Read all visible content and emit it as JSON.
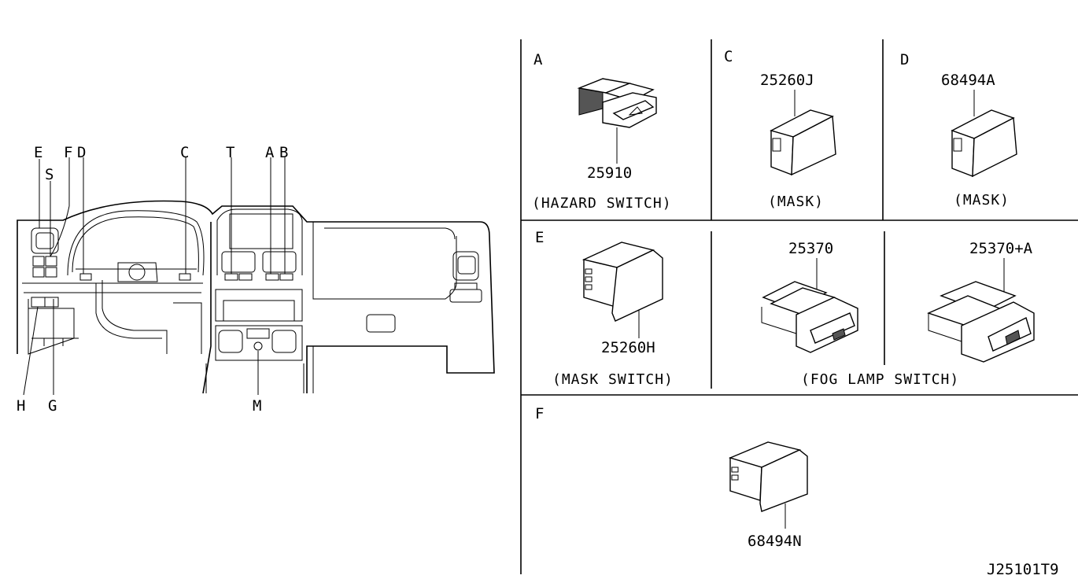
{
  "overview": {
    "callouts": {
      "E": "E",
      "S": "S",
      "F": "F",
      "D": "D",
      "C": "C",
      "T": "T",
      "A": "A",
      "B": "B",
      "H": "H",
      "G": "G",
      "M": "M"
    }
  },
  "panels": {
    "A": {
      "letter": "A",
      "part_number": "25910",
      "caption": "(HAZARD SWITCH)"
    },
    "C": {
      "letter": "C",
      "part_number": "25260J",
      "caption": "(MASK)"
    },
    "D": {
      "letter": "D",
      "part_number": "68494A",
      "caption": "(MASK)"
    },
    "E": {
      "letter": "E",
      "part_number": "25260H",
      "caption": "(MASK SWITCH)"
    },
    "fog": {
      "part_number_1": "25370",
      "part_number_2": "25370+A",
      "caption": "(FOG LAMP SWITCH)"
    },
    "F": {
      "letter": "F",
      "part_number": "68494N"
    }
  },
  "diagram_code": "J25101T9"
}
